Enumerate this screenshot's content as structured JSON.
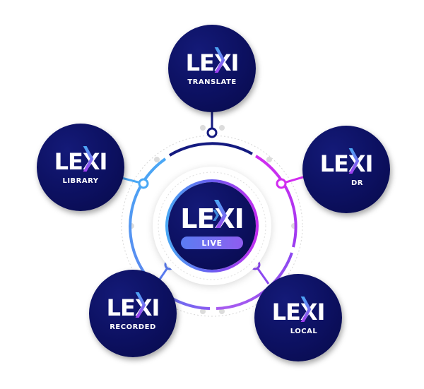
{
  "brand": "LEXI",
  "center": {
    "brand": "LEXI",
    "label": "LIVE"
  },
  "products": [
    {
      "id": "translate",
      "brand": "LEXI",
      "label": "TRANSLATE"
    },
    {
      "id": "library",
      "brand": "LEXI",
      "label": "LIBRARY"
    },
    {
      "id": "dr",
      "brand": "LEXI",
      "label": "DR"
    },
    {
      "id": "recorded",
      "brand": "LEXI",
      "label": "RECORDED"
    },
    {
      "id": "local",
      "brand": "LEXI",
      "label": "LOCAL"
    }
  ],
  "colors": {
    "node_bg": "#0c1060",
    "ring_dark": "#141a80",
    "ring_blue": "#4aa8f5",
    "ring_magenta": "#d22cf0",
    "ring_violet": "#8a4cf0",
    "pill": "#6a74f0",
    "chevron_top": "#4aa8f5",
    "chevron_bottom": "#a23cf0"
  }
}
